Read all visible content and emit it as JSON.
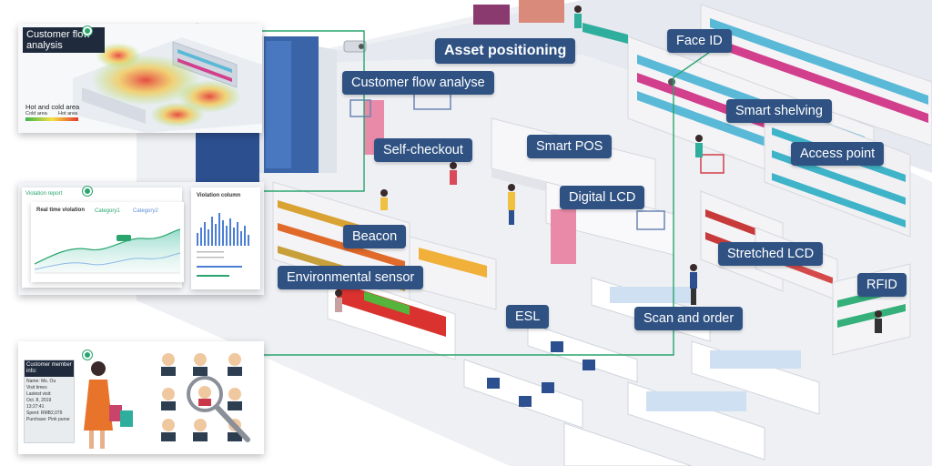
{
  "heatmap_card": {
    "title": "Customer flow analysis",
    "legend_title": "Hot and cold area",
    "cold_label": "Cold area",
    "hot_label": "Hot area"
  },
  "violation_card": {
    "report_title": "Violation report",
    "chart_title": "Real time violation",
    "legend_a": "Category1",
    "legend_b": "Category2",
    "column_title": "Violation column"
  },
  "member_card": {
    "info_title": "Customer member info:",
    "info_lines": [
      "Name: Ms. Ou",
      "Visit times",
      "Lastest visit:",
      "Oct. 8, 2019",
      "13:27:41",
      "Spent: RMB2,079",
      "Purchase: Pink purse"
    ]
  },
  "labels": {
    "asset_positioning": "Asset positioning",
    "face_id": "Face ID",
    "customer_flow_analyse": "Customer flow analyse",
    "smart_shelving": "Smart shelving",
    "self_checkout": "Self-checkout",
    "smart_pos": "Smart POS",
    "access_point": "Access point",
    "digital_lcd": "Digital LCD",
    "beacon": "Beacon",
    "stretched_lcd": "Stretched LCD",
    "environmental_sensor": "Environmental sensor",
    "rfid": "RFID",
    "esl": "ESL",
    "scan_and_order": "Scan and order"
  },
  "colors": {
    "tag_bg": "#2f5283",
    "connector": "#2aa56e",
    "floor": "#eef0f4",
    "shelf": "#f2f2f2"
  }
}
